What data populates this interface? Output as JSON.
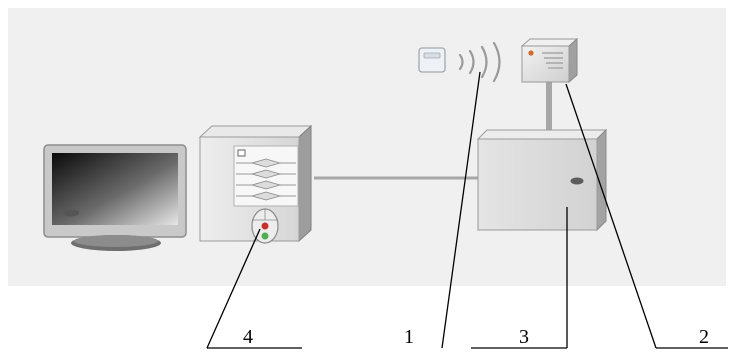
{
  "diagram": {
    "components": [
      {
        "id": "monitor",
        "icon": "monitor-icon"
      },
      {
        "id": "pc-tower",
        "icon": "pc-tower-icon"
      },
      {
        "id": "mouse",
        "icon": "mouse-icon"
      },
      {
        "id": "rfid-card",
        "icon": "rfid-card-icon"
      },
      {
        "id": "wireless-signal",
        "icon": "wireless-signal-icon"
      },
      {
        "id": "card-reader",
        "icon": "card-reader-icon"
      },
      {
        "id": "control-cabinet",
        "icon": "control-cabinet-icon"
      }
    ],
    "callouts": [
      {
        "label": "4"
      },
      {
        "label": "1"
      },
      {
        "label": "3"
      },
      {
        "label": "2"
      }
    ]
  }
}
